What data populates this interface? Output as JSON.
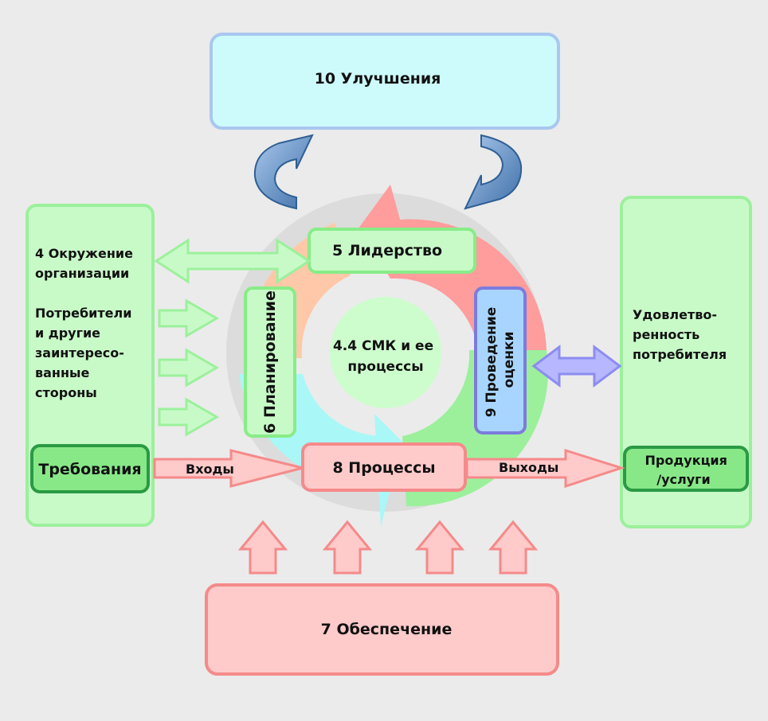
{
  "improvement": "10 Улучшения",
  "leadership": "5 Лидерство",
  "planning": "6 Планирование",
  "evaluation": [
    "9 Проведение",
    "оценки"
  ],
  "center": [
    "4.4 СМК и ее",
    "процессы"
  ],
  "processes": "8 Процессы",
  "support": "7 Обеспечение",
  "left_panel": {
    "context": [
      "4 Окружение",
      "организации"
    ],
    "stakeholders": [
      "Потребители",
      "и другие",
      "заинтересо-",
      "ванные",
      "стороны"
    ],
    "requirements": "Требования"
  },
  "right_panel": {
    "satisfaction": [
      "Удовлетво-",
      "ренность",
      "потребителя"
    ],
    "products": [
      "Продукция",
      "/услуги"
    ]
  },
  "inputs": "Входы",
  "outputs": "Выходы"
}
